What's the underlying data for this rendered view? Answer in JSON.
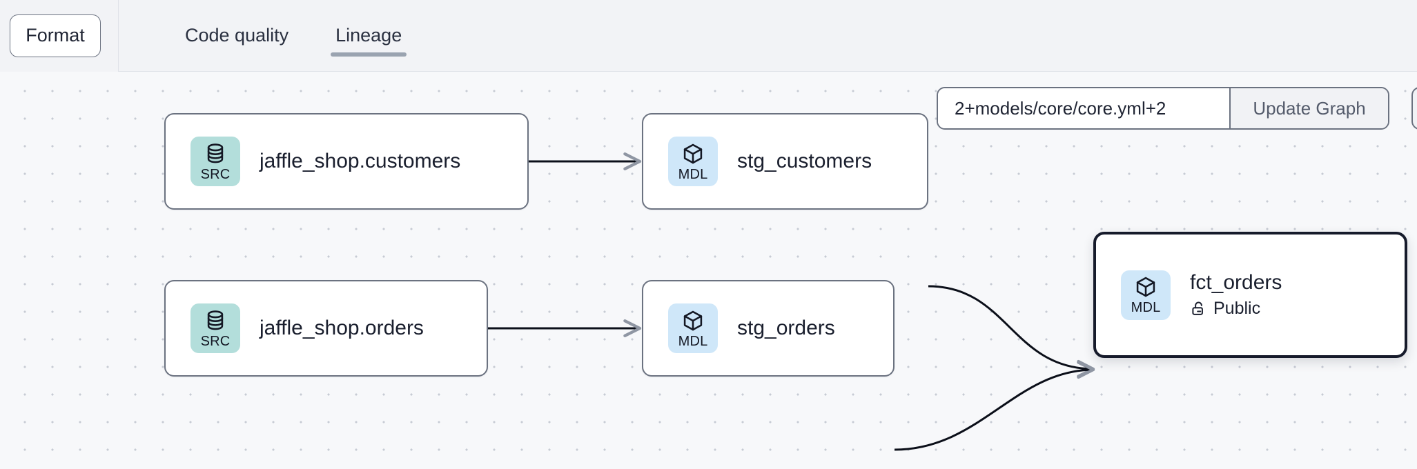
{
  "toolbar": {
    "format_label": "Format",
    "tabs": [
      {
        "label": "Code quality",
        "active": false
      },
      {
        "label": "Lineage",
        "active": true
      }
    ]
  },
  "graph_controls": {
    "selector_value": "2+models/core/core.yml+2",
    "selector_placeholder": "Enter selector",
    "update_label": "Update Graph"
  },
  "lineage": {
    "nodes": [
      {
        "id": "src_customers",
        "badge_kind": "SRC",
        "badge_icon": "database-icon",
        "title": "jaffle_shop.customers",
        "subtitle": null,
        "selected": false
      },
      {
        "id": "stg_customers",
        "badge_kind": "MDL",
        "badge_icon": "cube-icon",
        "title": "stg_customers",
        "subtitle": null,
        "selected": false
      },
      {
        "id": "src_orders",
        "badge_kind": "SRC",
        "badge_icon": "database-icon",
        "title": "jaffle_shop.orders",
        "subtitle": null,
        "selected": false
      },
      {
        "id": "stg_orders",
        "badge_kind": "MDL",
        "badge_icon": "cube-icon",
        "title": "stg_orders",
        "subtitle": null,
        "selected": false
      },
      {
        "id": "fct_orders",
        "badge_kind": "MDL",
        "badge_icon": "cube-icon",
        "title": "fct_orders",
        "subtitle": "Public",
        "subtitle_icon": "unlock-icon",
        "selected": true
      }
    ],
    "edges": [
      {
        "from": "src_customers",
        "to": "stg_customers"
      },
      {
        "from": "src_orders",
        "to": "stg_orders"
      },
      {
        "from": "stg_customers",
        "to": "fct_orders"
      },
      {
        "from": "stg_orders",
        "to": "fct_orders"
      }
    ]
  },
  "colors": {
    "canvas_bg": "#f7f8fa",
    "grid_dot": "#c7cbd4",
    "topbar_bg": "#f2f3f6",
    "badge_src_bg": "#b3dedb",
    "badge_mdl_bg": "#cfe7f9",
    "node_border": "#6b7280",
    "node_selected_border": "#161b2b",
    "tab_underline": "#9aa3b0",
    "edge_stroke": "#0b0f19",
    "arrow_stroke": "#8f96a3",
    "text_primary": "#1a1f2e"
  }
}
